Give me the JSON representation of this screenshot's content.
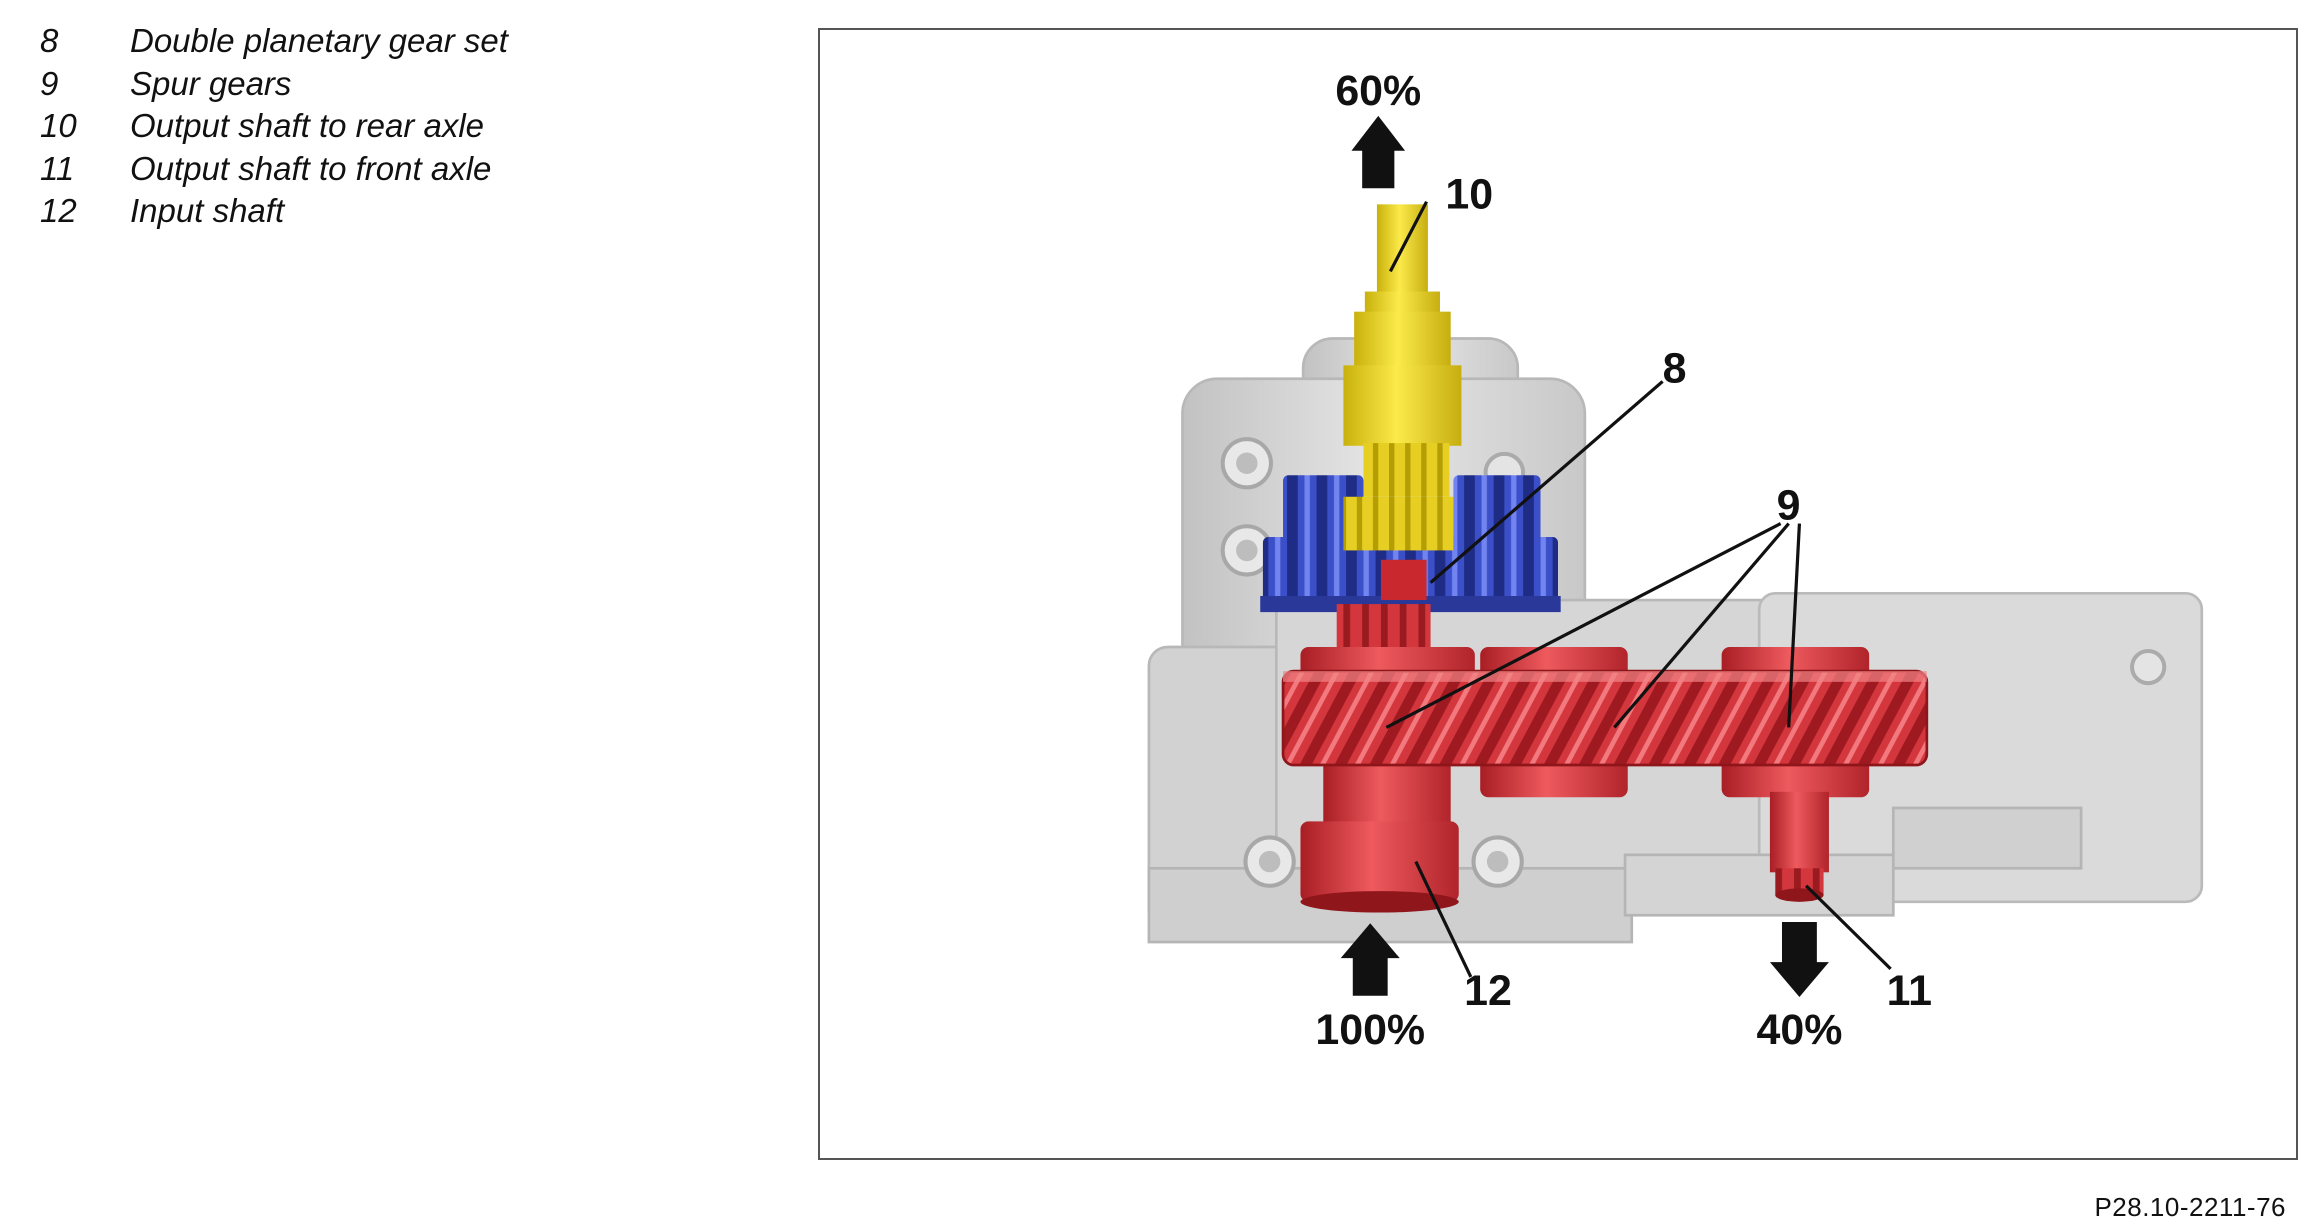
{
  "legend": {
    "items": [
      {
        "number": "8",
        "label": "Double planetary gear set"
      },
      {
        "number": "9",
        "label": "Spur gears"
      },
      {
        "number": "10",
        "label": "Output shaft to rear axle"
      },
      {
        "number": "11",
        "label": "Output shaft to front axle"
      },
      {
        "number": "12",
        "label": "Input shaft"
      }
    ]
  },
  "diagram": {
    "callouts": {
      "c8": "8",
      "c9": "9",
      "c10": "10",
      "c11": "11",
      "c12": "12"
    },
    "torque_split": {
      "rear_output": "60%",
      "input": "100%",
      "front_output": "40%"
    },
    "colors": {
      "housing": "#d4d4d4",
      "planetary_gear_set": "#3a4fc8",
      "spur_gears": "#d8343a",
      "rear_output_shaft": "#e8d31e"
    }
  },
  "figure_id": "P28.10-2211-76"
}
